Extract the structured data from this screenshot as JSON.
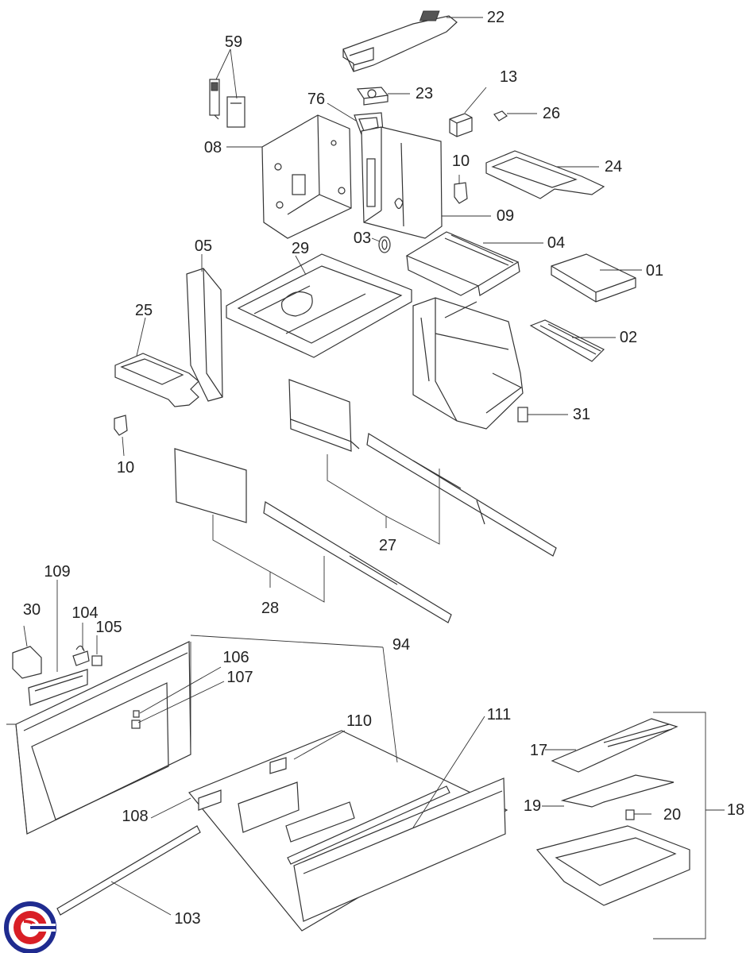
{
  "brand": {
    "colors": {
      "red": "#d91f26",
      "blue": "#1f2b8f"
    },
    "icon": "logo-icon"
  },
  "labels": [
    {
      "id": "22",
      "text": "22"
    },
    {
      "id": "59",
      "text": "59"
    },
    {
      "id": "13",
      "text": "13"
    },
    {
      "id": "76",
      "text": "76"
    },
    {
      "id": "23",
      "text": "23"
    },
    {
      "id": "26",
      "text": "26"
    },
    {
      "id": "08",
      "text": "08"
    },
    {
      "id": "10a",
      "text": "10"
    },
    {
      "id": "24",
      "text": "24"
    },
    {
      "id": "09",
      "text": "09"
    },
    {
      "id": "03",
      "text": "03"
    },
    {
      "id": "04",
      "text": "04"
    },
    {
      "id": "05",
      "text": "05"
    },
    {
      "id": "29",
      "text": "29"
    },
    {
      "id": "01",
      "text": "01"
    },
    {
      "id": "25",
      "text": "25"
    },
    {
      "id": "02",
      "text": "02"
    },
    {
      "id": "31",
      "text": "31"
    },
    {
      "id": "10b",
      "text": "10"
    },
    {
      "id": "27",
      "text": "27"
    },
    {
      "id": "109",
      "text": "109"
    },
    {
      "id": "28",
      "text": "28"
    },
    {
      "id": "30",
      "text": "30"
    },
    {
      "id": "104",
      "text": "104"
    },
    {
      "id": "105",
      "text": "105"
    },
    {
      "id": "94",
      "text": "94"
    },
    {
      "id": "106",
      "text": "106"
    },
    {
      "id": "107",
      "text": "107"
    },
    {
      "id": "111",
      "text": "111"
    },
    {
      "id": "110",
      "text": "110"
    },
    {
      "id": "17",
      "text": "17"
    },
    {
      "id": "19",
      "text": "19"
    },
    {
      "id": "20",
      "text": "20"
    },
    {
      "id": "18",
      "text": "18"
    },
    {
      "id": "108",
      "text": "108"
    },
    {
      "id": "103",
      "text": "103"
    }
  ]
}
